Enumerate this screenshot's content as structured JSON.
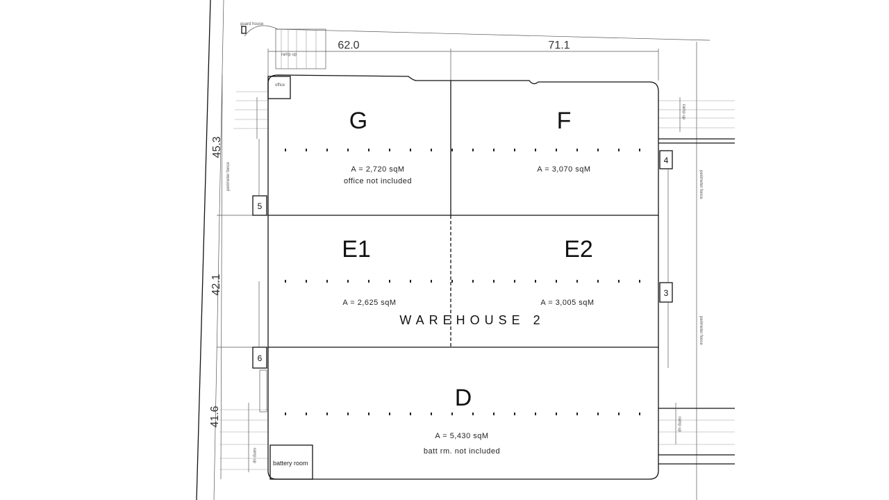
{
  "title": "WAREHOUSE 2",
  "dimensions": {
    "top_left": "62.0",
    "top_right": "71.1",
    "left_top": "45.3",
    "left_mid": "42.1",
    "left_bottom": "41.6"
  },
  "zones": [
    {
      "id": "G",
      "area": "A = 2,720 sqM",
      "note": "office not included"
    },
    {
      "id": "F",
      "area": "A = 3,070 sqM"
    },
    {
      "id": "E1",
      "area": "A = 2,625 sqM"
    },
    {
      "id": "E2",
      "area": "A = 3,005 sqM"
    },
    {
      "id": "D",
      "area": "A = 5,430 sqM",
      "note": "batt rm. not included"
    }
  ],
  "docks": [
    "3",
    "4",
    "5",
    "6"
  ],
  "labels": {
    "guard_house": "guard house",
    "office": "office",
    "battery_room": "battery room",
    "ramp_up": "ramp up",
    "perimeter_fence": "perimeter fence"
  }
}
